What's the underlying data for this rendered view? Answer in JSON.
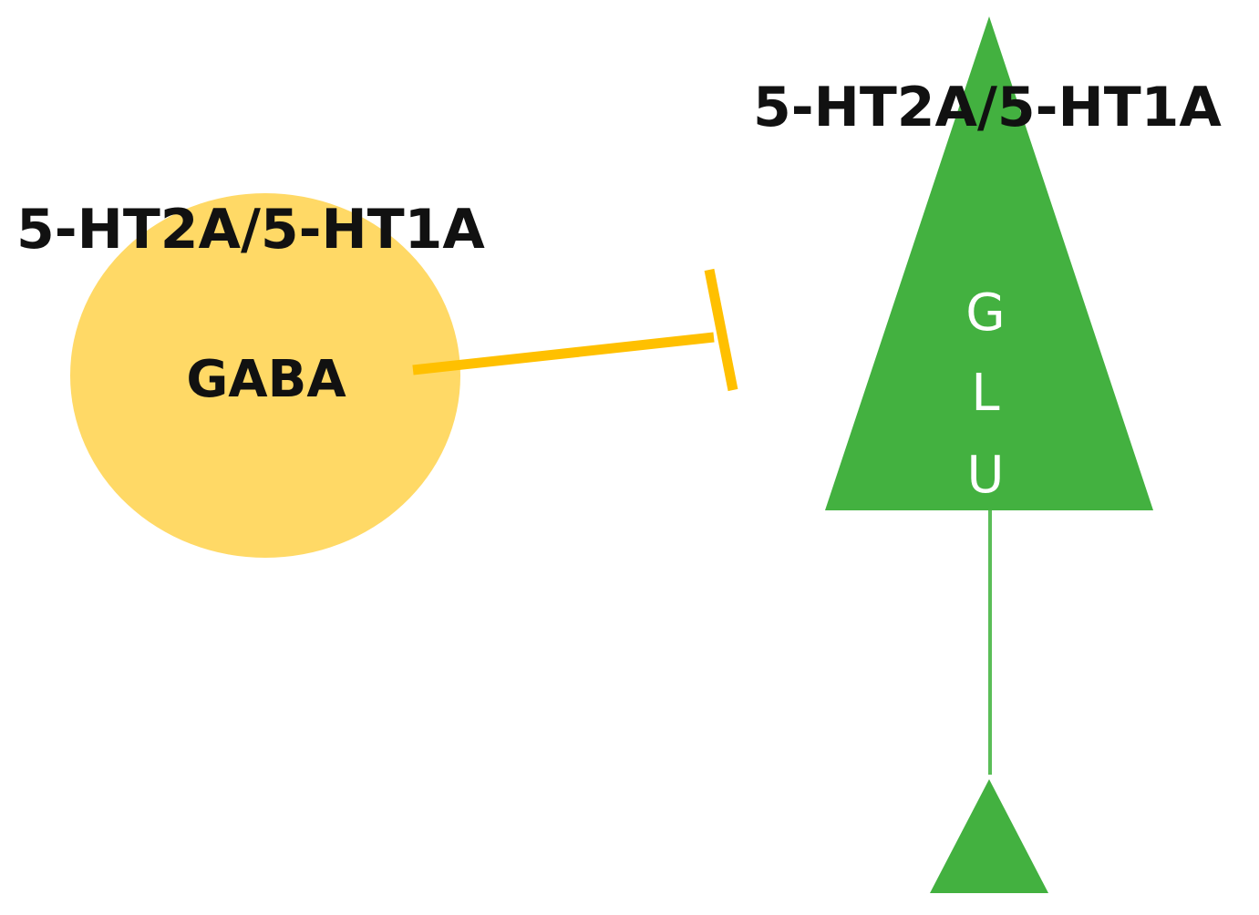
{
  "colors": {
    "gaba_neuron": "#FFD966",
    "inhibitory_connection": "#FFC000",
    "glu_neuron": "#43B140",
    "axon": "#5BBE58",
    "text_dark": "#111111",
    "text_light": "#FFFFFF"
  },
  "gaba_neuron": {
    "receptor_label": "5-HT2A/5-HT1A",
    "label": "GABA"
  },
  "glu_neuron": {
    "receptor_label": "5-HT2A/5-HT1A",
    "letters": [
      "G",
      "L",
      "U"
    ]
  },
  "connection": {
    "type": "inhibitory"
  }
}
